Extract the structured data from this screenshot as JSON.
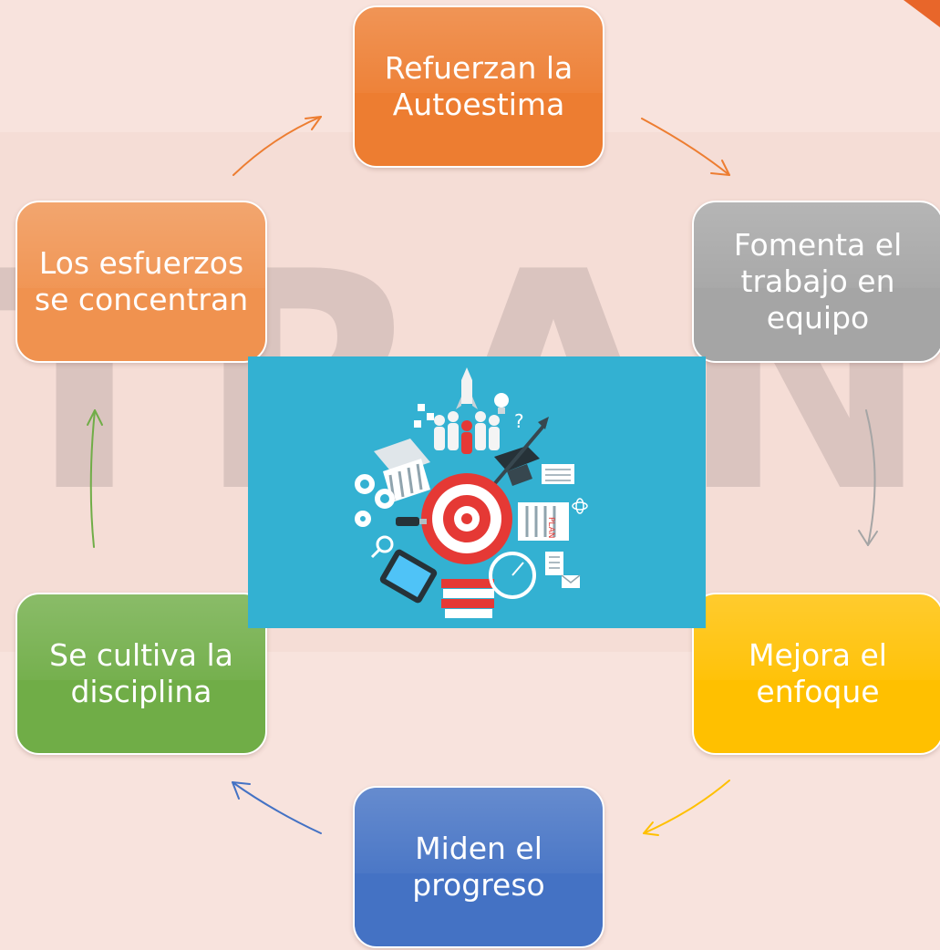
{
  "diagram": {
    "watermark": "TRANT",
    "nodes": [
      {
        "label": "Refuerzan la Autoestima",
        "color": "#ed7d31"
      },
      {
        "label": "Fomenta el trabajo en equipo",
        "color": "#a5a5a5"
      },
      {
        "label": "Mejora el enfoque",
        "color": "#ffc000"
      },
      {
        "label": "Miden el progreso",
        "color": "#4472c4"
      },
      {
        "label": "Se cultiva la disciplina",
        "color": "#70ad47"
      },
      {
        "label": "Los esfuerzos se concentran",
        "color": "#f0924f"
      }
    ],
    "center_image": {
      "icon": "target-goals-illustration",
      "plan_label": "PLAN"
    },
    "colors": {
      "background": "#f8e3dd",
      "center_panel": "#33b1d2",
      "arrow_orange": "#ed7d31",
      "arrow_gray": "#a5a5a5",
      "arrow_yellow": "#ffc000",
      "arrow_blue": "#4472c4",
      "arrow_green": "#70ad47"
    }
  }
}
